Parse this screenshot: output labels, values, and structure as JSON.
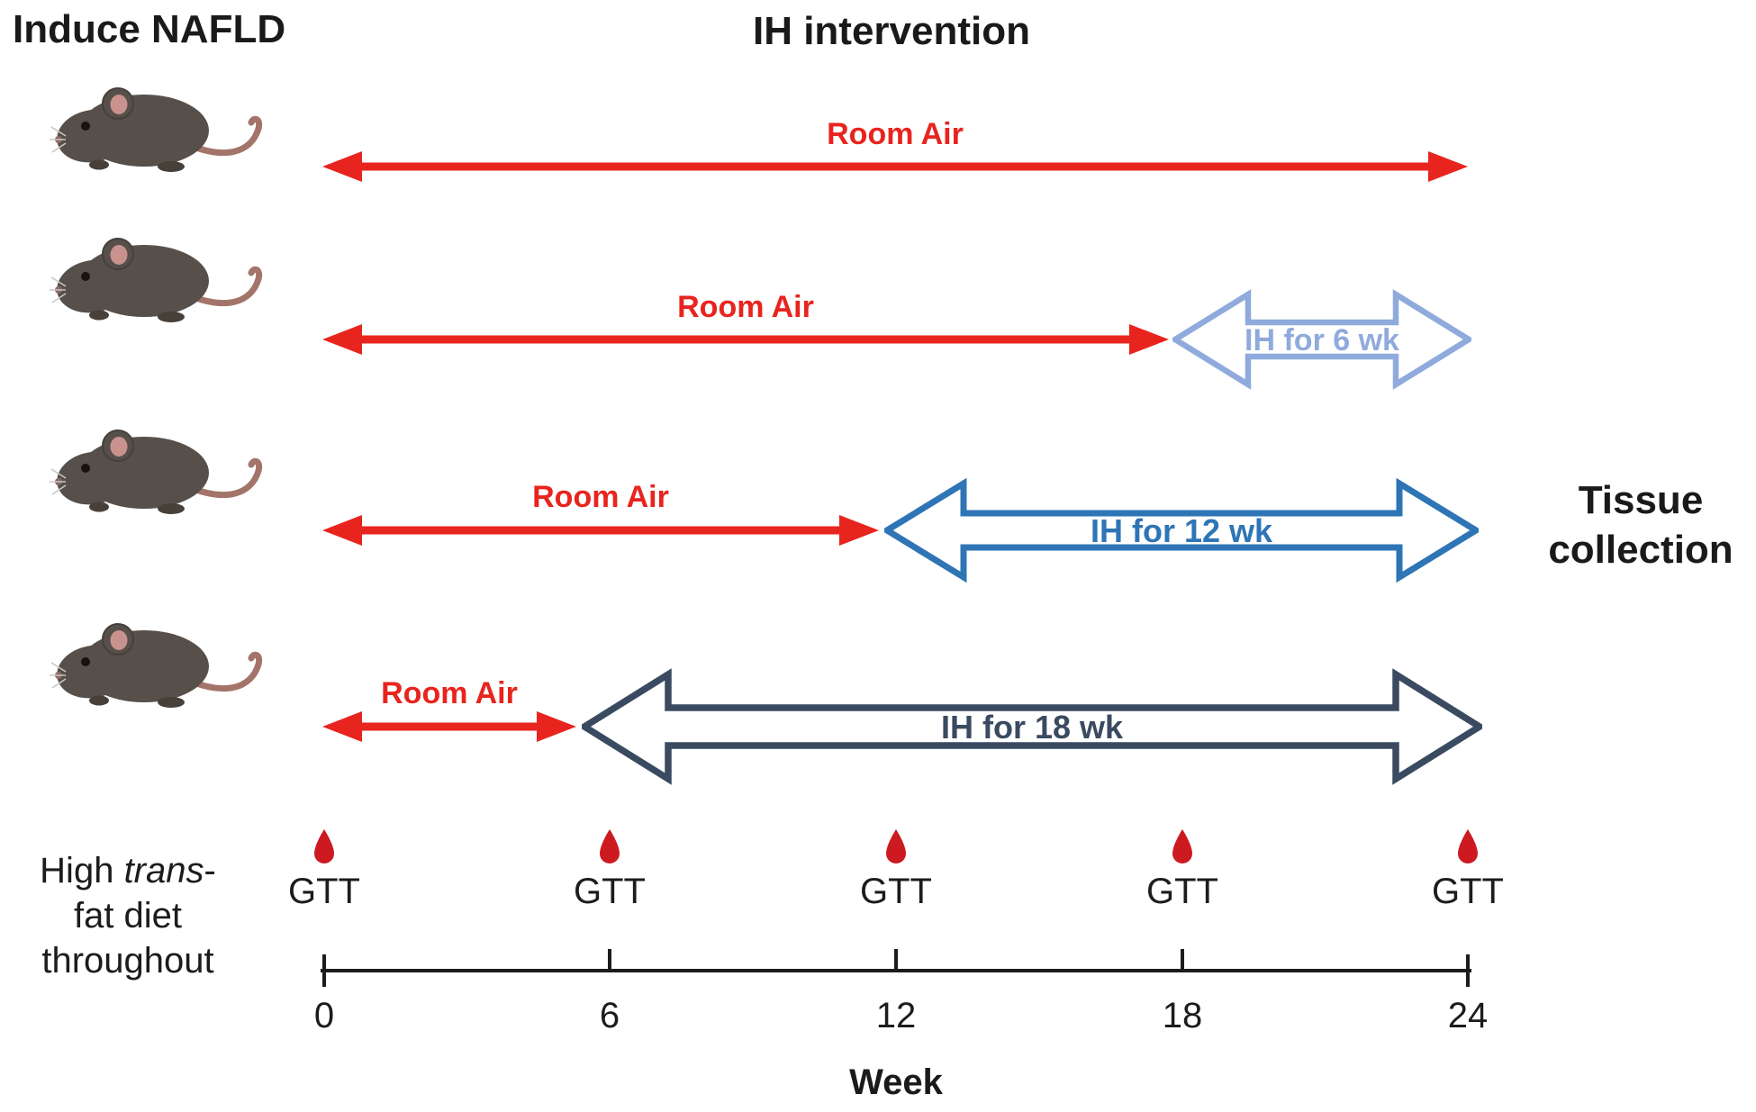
{
  "figure": {
    "heading_left": "Induce NAFLD",
    "heading_center": "IH intervention",
    "tissue_collection": {
      "line1": "Tissue",
      "line2": "collection"
    }
  },
  "groups": [
    {
      "room_air_label": "Room Air",
      "ih_label": ""
    },
    {
      "room_air_label": "Room Air",
      "ih_label": "IH for 6 wk"
    },
    {
      "room_air_label": "Room Air",
      "ih_label": "IH for 12 wk"
    },
    {
      "room_air_label": "Room Air",
      "ih_label": "IH for 18 wk"
    }
  ],
  "diet_note": {
    "word1": "High ",
    "italic": "trans",
    "hyphen": "-",
    "line2": "fat diet",
    "line3": "throughout"
  },
  "timeline": {
    "gtt_label": "GTT",
    "week_ticks": [
      {
        "label": "0"
      },
      {
        "label": "6"
      },
      {
        "label": "12"
      },
      {
        "label": "18"
      },
      {
        "label": "24"
      }
    ],
    "axis_label": "Week"
  },
  "colors": {
    "room_air_red": "#e8241e",
    "blood_drop_red": "#cc1a20",
    "ih_6wk_blue": "#8faadc",
    "ih_12wk_blue": "#2e75b6",
    "ih_18wk_navy": "#3a4a60",
    "text_black": "#1a1a1a"
  }
}
